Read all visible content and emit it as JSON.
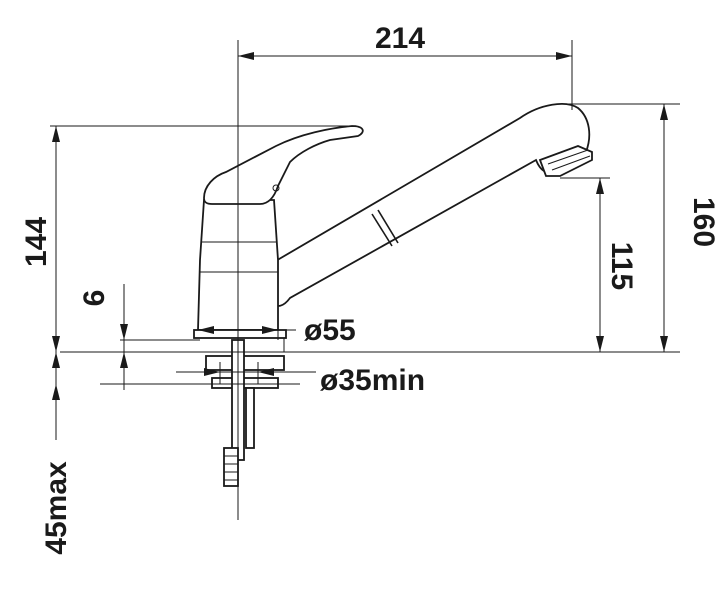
{
  "dimensions": {
    "width_top": "214",
    "height_body": "144",
    "height_total": "160",
    "height_spout": "115",
    "base_thickness": "6",
    "diameter_base": "ø55",
    "diameter_hole": "ø35min",
    "max_counter": "45max"
  }
}
